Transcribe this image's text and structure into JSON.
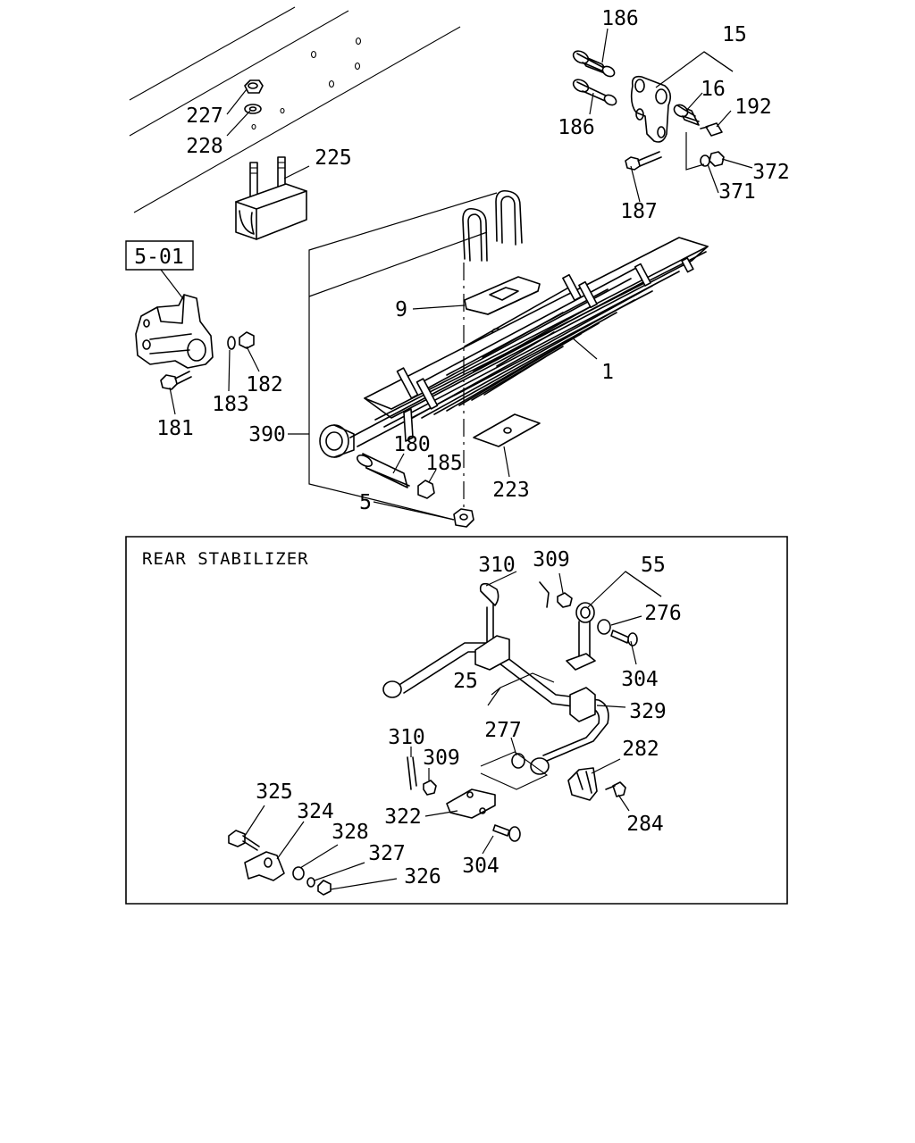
{
  "diagram": {
    "section_title": "REAR STABILIZER",
    "reference_box": "5-01",
    "upper_callouts": {
      "c1": "1",
      "c5": "5",
      "c9": "9",
      "c15": "15",
      "c16": "16",
      "c180": "180",
      "c181": "181",
      "c182": "182",
      "c183": "183",
      "c185": "185",
      "c186a": "186",
      "c186b": "186",
      "c187": "187",
      "c192": "192",
      "c223": "223",
      "c225": "225",
      "c227": "227",
      "c228": "228",
      "c371": "371",
      "c372": "372",
      "c390": "390"
    },
    "stabilizer_callouts": {
      "c25": "25",
      "c55": "55",
      "c276": "276",
      "c277": "277",
      "c282": "282",
      "c284": "284",
      "c304a": "304",
      "c304b": "304",
      "c309a": "309",
      "c309b": "309",
      "c310a": "310",
      "c310b": "310",
      "c322": "322",
      "c324": "324",
      "c325": "325",
      "c326": "326",
      "c327": "327",
      "c328": "328",
      "c329": "329"
    }
  }
}
